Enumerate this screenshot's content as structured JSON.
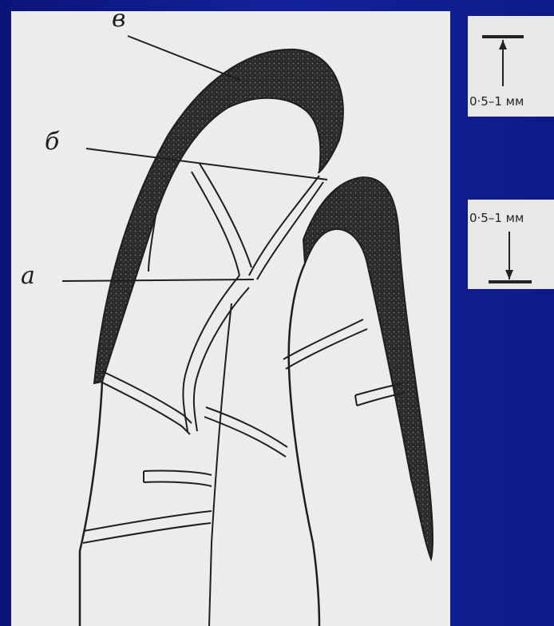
{
  "labels": {
    "a": "а",
    "b": "б",
    "v": "в"
  },
  "scale_bars": {
    "top": "0·5–1 мм",
    "bottom": "0·5–1 мм"
  },
  "colors": {
    "background": "#0d1a86",
    "paper": "#ececea",
    "ink": "#1e1e1e"
  }
}
